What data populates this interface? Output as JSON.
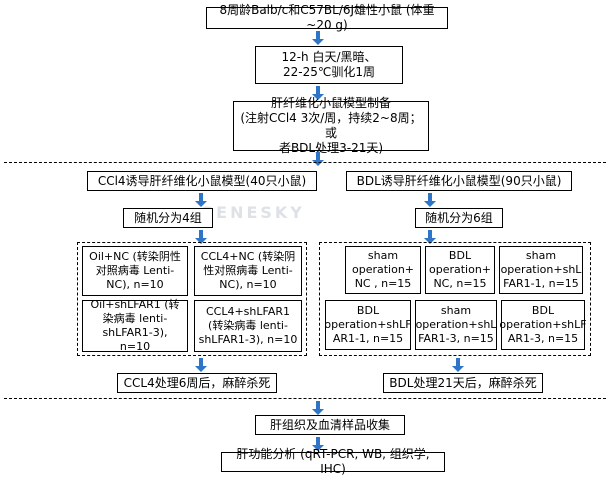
{
  "steps": {
    "top": "8周龄Balb/c和C57BL/6J雄性小鼠 (体重~20 g)",
    "acclimate": "12-h 白天/黑暗、\n22-25℃驯化1周",
    "model": "肝纤维化小鼠模型制备\n(注射CCl4 3次/周，持续2~8周；或\n者BDL处理3-21天)",
    "sample": "肝组织及血清样品收集",
    "analysis": "肝功能分析 (qRT-PCR, WB, 组织学, IHC)"
  },
  "ccl4_branch": {
    "title": "CCl4诱导肝纤维化小鼠模型(40只小鼠)",
    "random": "随机分为4组",
    "groups": [
      "Oil+NC (转染阴性\n对照病毒 Lenti-\nNC), n=10",
      "CCL4+NC (转染阴\n性对照病毒 Lenti-\nNC), n=10",
      "Oil+shLFAR1 (转\n染病毒 lenti-\nshLFAR1-3), n=10",
      "CCL4+shLFAR1\n(转染病毒 lenti-\nshLFAR1-3), n=10"
    ],
    "end": "CCL4处理6周后，麻醉杀死"
  },
  "bdl_branch": {
    "title": "BDL诱导肝纤维化小鼠模型(90只小鼠)",
    "random": "随机分为6组",
    "groups": [
      "sham\noperation+\nNC , n=15",
      "BDL\noperation+\nNC, n=15",
      "sham\noperation+shL\nFAR1-1, n=15",
      "BDL\noperation+shLF\nAR1-1, n=15",
      "sham\noperation+shL\nFAR1-3, n=15",
      "BDL\noperation+shLF\nAR1-3, n=15"
    ],
    "end": "BDL处理21天后，麻醉杀死"
  },
  "watermark": "GENESKY",
  "colors": {
    "arrow": "#2e75c7",
    "border": "#000000"
  }
}
